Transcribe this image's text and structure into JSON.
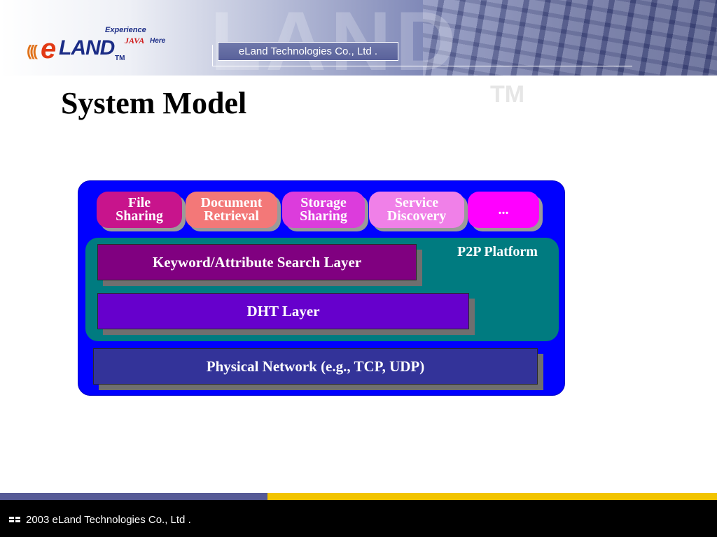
{
  "header": {
    "logo": {
      "experience": "Experience",
      "java": "JAVA",
      "here": "Here",
      "brand_e": "e",
      "brand_land": "LAND",
      "tm": "TM"
    },
    "company": "eLand Technologies Co., Ltd ."
  },
  "watermark": "TM",
  "title": "System Model",
  "diagram": {
    "applications": [
      {
        "label": "File\nSharing",
        "color": "#c8148c"
      },
      {
        "label": "Document\nRetrieval",
        "color": "#f37878"
      },
      {
        "label": "Storage\nSharing",
        "color": "#dc3cdc"
      },
      {
        "label": "Service\nDiscovery",
        "color": "#f080e8"
      },
      {
        "label": "...",
        "color": "#ff00ff"
      }
    ],
    "platform_label": "P2P Platform",
    "platform_color": "#007b80",
    "layers": {
      "search": {
        "label": "Keyword/Attribute Search Layer",
        "color": "#800080"
      },
      "dht": {
        "label": "DHT Layer",
        "color": "#6600cc"
      },
      "network": {
        "label": "Physical Network (e.g., TCP, UDP)",
        "color": "#333399"
      }
    },
    "outer_color": "#0000ff"
  },
  "footer": {
    "text": "2003 eLand Technologies Co., Ltd ."
  }
}
